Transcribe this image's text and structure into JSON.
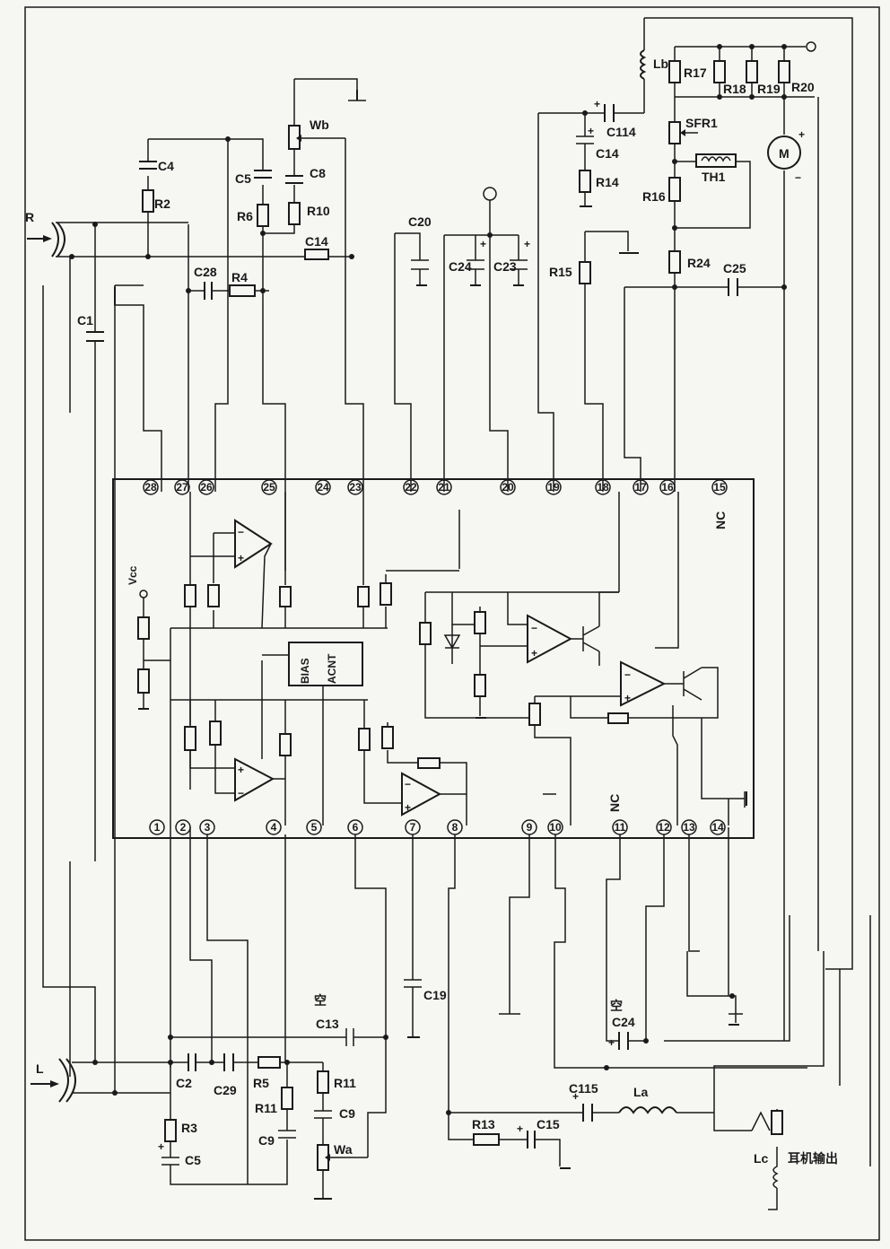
{
  "labels": {
    "R": "R",
    "L": "L",
    "C4": "C4",
    "R2": "R2",
    "C5top": "C5",
    "R6top": "R6",
    "Wb": "Wb",
    "C8": "C8",
    "R10": "R10",
    "C14a": "C14",
    "C28": "C28",
    "R4": "R4",
    "C1": "C1",
    "C20": "C20",
    "C24a": "C24",
    "C23": "C23",
    "R15": "R15",
    "Lb": "Lb",
    "R17": "R17",
    "R18": "R18",
    "R19": "R19",
    "R20": "R20",
    "C114": "C114",
    "C14b": "C14",
    "R14": "R14",
    "SFR1": "SFR1",
    "TH1": "TH1",
    "R16": "R16",
    "R24": "R24",
    "C25": "C25",
    "M": "M",
    "NCtop": "NC",
    "NCbot": "NC",
    "Vcc": "Vcc",
    "bias1": "BIAS",
    "bias2": "ACNT",
    "C2": "C2",
    "C29": "C29",
    "R5": "R5",
    "R11a": "R11",
    "R11b": "R11",
    "C9a": "C9",
    "C9b": "C9",
    "R3": "R3",
    "C5bot": "C5",
    "Wa": "Wa",
    "C13": "C13",
    "kong1": "空",
    "kong2": "空",
    "C19": "C19",
    "C24b": "C24",
    "C115": "C115",
    "La": "La",
    "R13": "R13",
    "C15": "C15",
    "Lc": "Lc",
    "headphone": "耳机输出"
  },
  "pins_top": [
    "28",
    "27",
    "26",
    "25",
    "24",
    "23",
    "22",
    "21",
    "20",
    "19",
    "18",
    "17",
    "16",
    "15"
  ],
  "pins_bottom": [
    "1",
    "2",
    "3",
    "4",
    "5",
    "6",
    "7",
    "8",
    "9",
    "10",
    "11",
    "12",
    "13",
    "14"
  ]
}
